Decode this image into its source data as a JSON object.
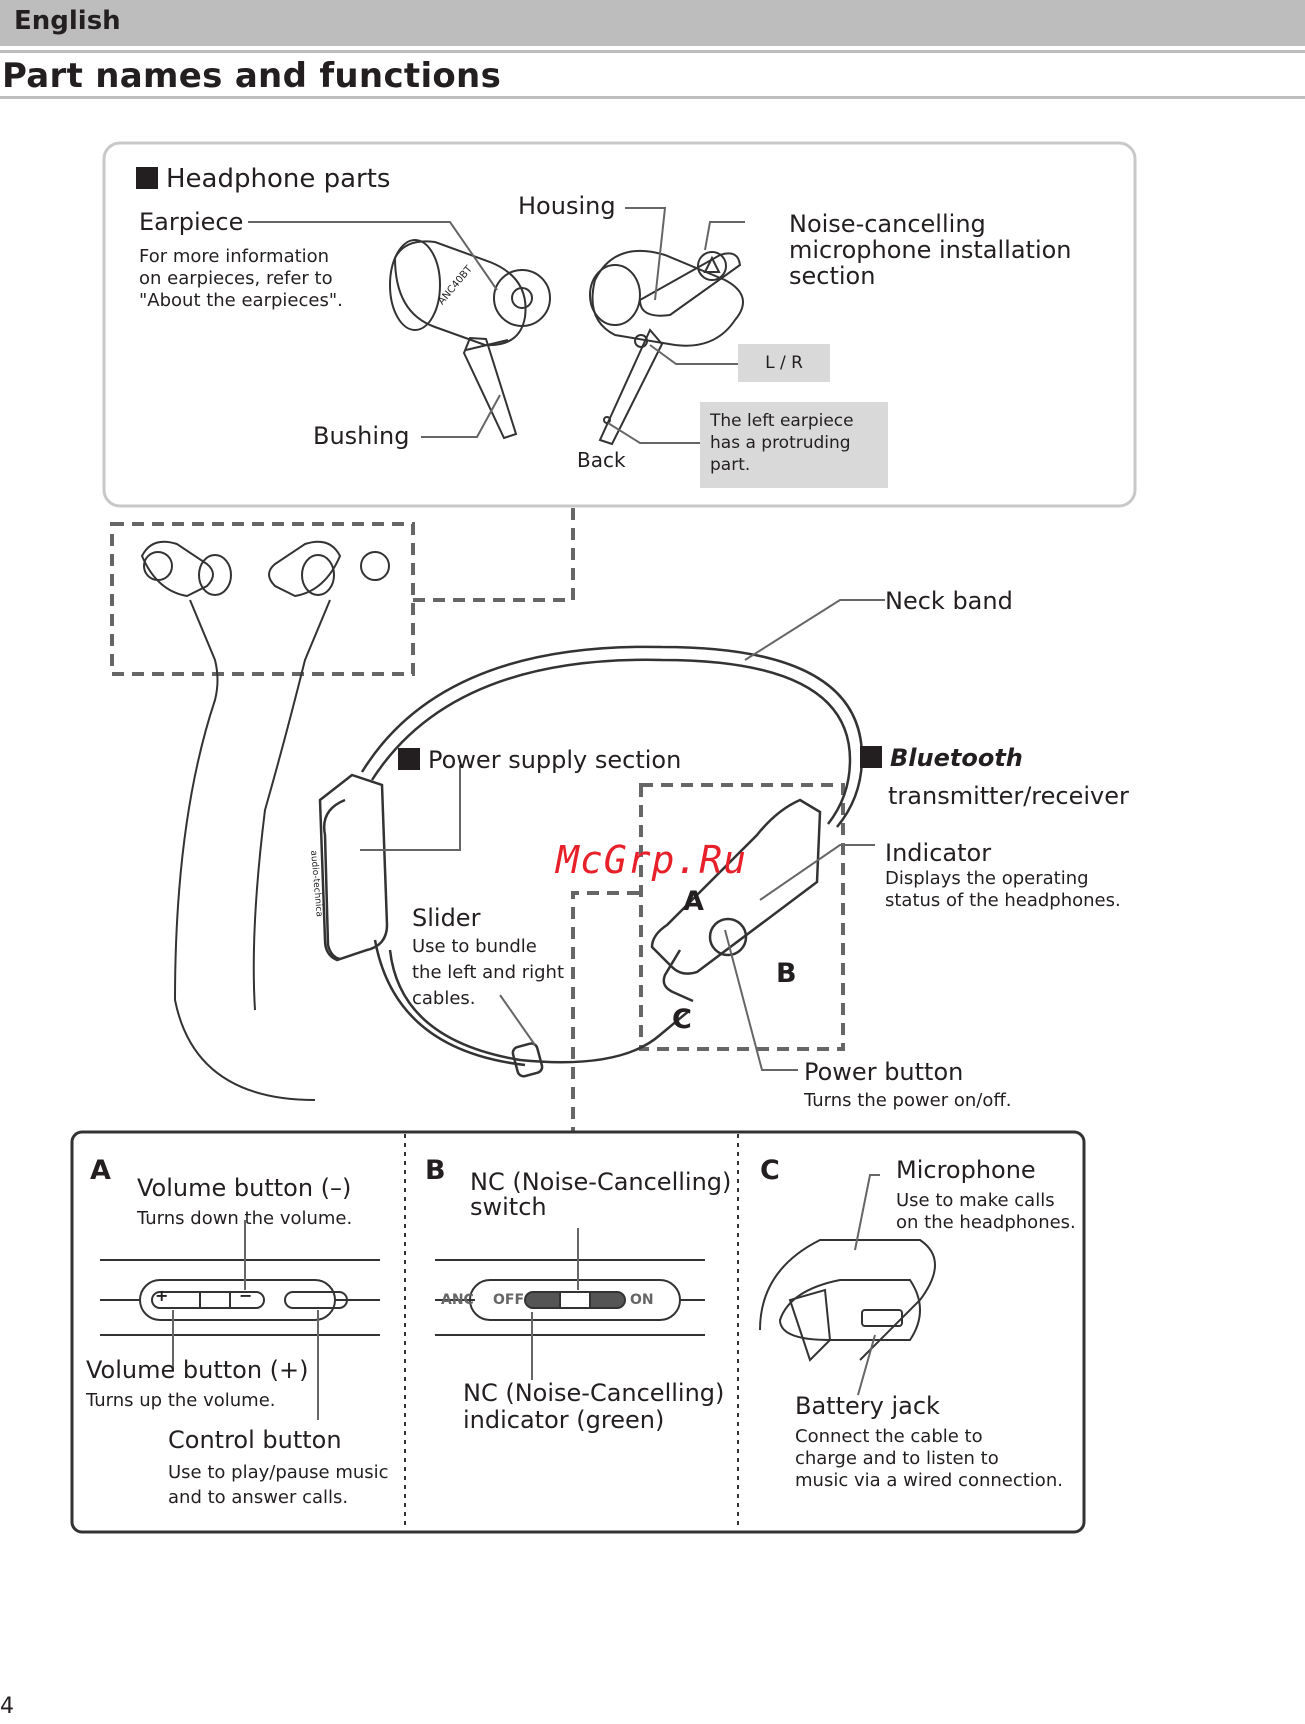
{
  "header": {
    "language": "English",
    "title": "Part names and functions"
  },
  "headphone_parts": {
    "heading": "Headphone parts",
    "earpiece_label": "Earpiece",
    "earpiece_desc": "For more information\non earpieces, refer to\n\"About the earpieces\".",
    "housing_label": "Housing",
    "nc_mic_label": "Noise-cancelling\nmicrophone installation\nsection",
    "lr_label": "L / R",
    "bushing_label": "Bushing",
    "back_label": "Back",
    "left_note": "The left earpiece\nhas a protruding\npart.",
    "model_text": "ANC40BT"
  },
  "overview": {
    "neck_band": "Neck band",
    "power_supply": "Power supply section",
    "bt_italic": "Bluetooth",
    "bt_rest": "transmitter/receiver",
    "indicator_label": "Indicator",
    "indicator_desc": "Displays the operating\nstatus of the headphones.",
    "slider_label": "Slider",
    "slider_desc": "Use to bundle\nthe left and right\ncables.",
    "power_label": "Power button",
    "power_desc": "Turns the power on/off.",
    "letter_a": "A",
    "letter_b": "B",
    "letter_c": "C",
    "brand_text": "audio-technica",
    "watermark": "McGrp.Ru"
  },
  "panel_a": {
    "letter": "A",
    "vol_down_label": "Volume button (–)",
    "vol_down_desc": "Turns down the volume.",
    "vol_up_label": "Volume button (+)",
    "vol_up_desc": "Turns up the volume.",
    "control_label": "Control button",
    "control_desc": "Use to play/pause music\nand to answer calls."
  },
  "panel_b": {
    "letter": "B",
    "switch_label": "NC (Noise-Cancelling)\nswitch",
    "indicator_label": "NC (Noise-Cancelling)\nindicator (green)",
    "anc": "ANC",
    "off": "OFF",
    "on": "ON"
  },
  "panel_c": {
    "letter": "C",
    "mic_label": "Microphone",
    "mic_desc": "Use to make calls\non the headphones.",
    "jack_label": "Battery jack",
    "jack_desc": "Connect the cable to\ncharge and to listen to\nmusic via a wired connection."
  },
  "page_number": "4"
}
